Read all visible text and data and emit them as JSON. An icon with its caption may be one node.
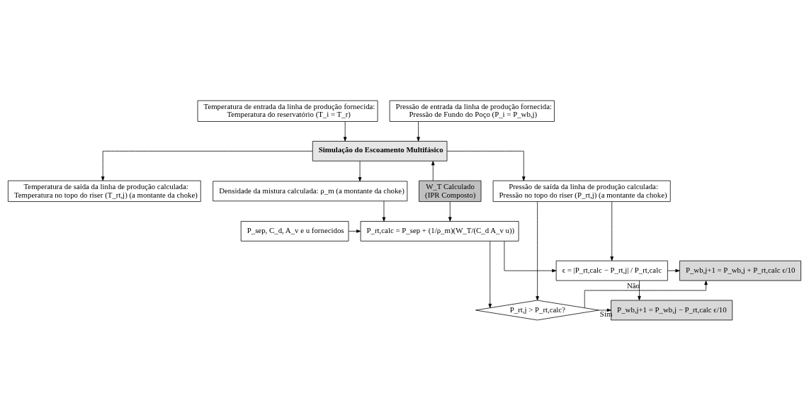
{
  "diagram": {
    "nodes": [
      {
        "text": [
          "Temperatura de entrada da linha de produção fornecida: Temperatura do reservatório (T_i = T_r)"
        ]
      },
      {
        "text": [
          "Pressão de entrada da linha de produção fornecida: Pressão de Fundo do Poço (P_i = P_wb,j)"
        ]
      },
      {
        "text": [
          "Simulação do Escoamento Multifásico"
        ]
      },
      {
        "text": [
          "Temperatura de saída da linha de produção calculada: Temperatura no topo do riser (T_rt,j) (a montante da choke)"
        ]
      },
      {
        "text": [
          "W_T Calculado (IPR Composto)"
        ]
      },
      {
        "text": [
          "Pressão de saída da linha de produção calculada: Pressão no topo do riser (P_rt,j) (a montante da choke)"
        ]
      },
      {
        "text": [
          "Densidade da mistura calculada: ρ_m (a montante da choke)"
        ]
      },
      {
        "text": [
          "P_sep, C_d, A_v e u fornecidos"
        ]
      },
      {
        "text": [
          "P_rt,calc = P_sep + (1/ρ_m)(W_T/(C_d A_v u))"
        ]
      },
      {
        "text": [
          "P_rt,j > P_rt,calc?"
        ]
      },
      {
        "text": [
          "P_wb,j+1 = P_wb,j − P_rt,calc ϵ/10"
        ]
      },
      {
        "text": [
          "ϵ = |P_rt,calc − P_rt,j| / P_rt,calc"
        ]
      },
      {
        "text": [
          "P_wb,j+1 = P_wb,j + P_rt,calc ϵ/10"
        ]
      }
    ],
    "edges": [
      {
        "from": 0,
        "to": 2,
        "arrow": "to"
      },
      {
        "from": 1,
        "to": 2,
        "arrow": "to"
      },
      {
        "from": 2,
        "to": 3,
        "arrow": "to"
      },
      {
        "from": 2,
        "to": 6,
        "arrow": "to"
      },
      {
        "from": 4,
        "to": 2,
        "arrow": "to"
      },
      {
        "from": 2,
        "to": 5,
        "arrow": "to"
      },
      {
        "from": 4,
        "to": 8,
        "arrow": "to"
      },
      {
        "from": 6,
        "to": 8,
        "arrow": "to"
      },
      {
        "from": 7,
        "to": 8,
        "arrow": "to"
      },
      {
        "from": 8,
        "to": 9,
        "arrow": "to"
      },
      {
        "from": 5,
        "to": 9,
        "arrow": "to"
      },
      {
        "from": 5,
        "to": 11,
        "arrow": "to"
      },
      {
        "from": 8,
        "to": 11,
        "arrow": "to"
      },
      {
        "from": 9,
        "to": 10,
        "arrow": "to",
        "label": "Sim"
      },
      {
        "from": 9,
        "to": 12,
        "arrow": "to",
        "label": "Não"
      },
      {
        "from": 11,
        "to": 12,
        "arrow": "to"
      },
      {
        "from": 11,
        "to": 10,
        "arrow": "to"
      }
    ]
  }
}
